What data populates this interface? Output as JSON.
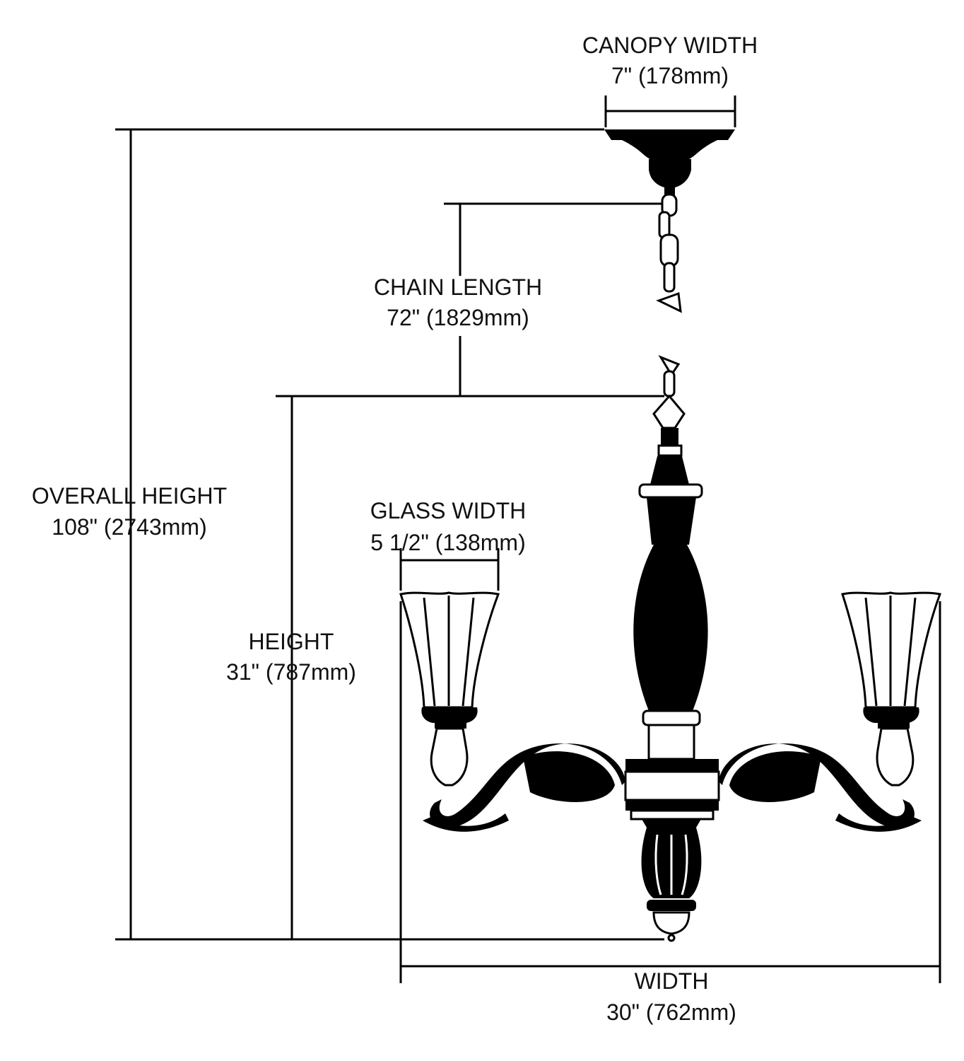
{
  "dimensions": {
    "canopy_width": {
      "label": "CANOPY WIDTH",
      "value": "7\" (178mm)"
    },
    "chain_length": {
      "label": "CHAIN LENGTH",
      "value": "72\" (1829mm)"
    },
    "overall_height": {
      "label": "OVERALL HEIGHT",
      "value": "108\" (2743mm)"
    },
    "glass_width": {
      "label": "GLASS WIDTH",
      "value": "5 1/2\" (138mm)"
    },
    "height": {
      "label": "HEIGHT",
      "value": "31\" (787mm)"
    },
    "width": {
      "label": "WIDTH",
      "value": "30\" (762mm)"
    }
  }
}
